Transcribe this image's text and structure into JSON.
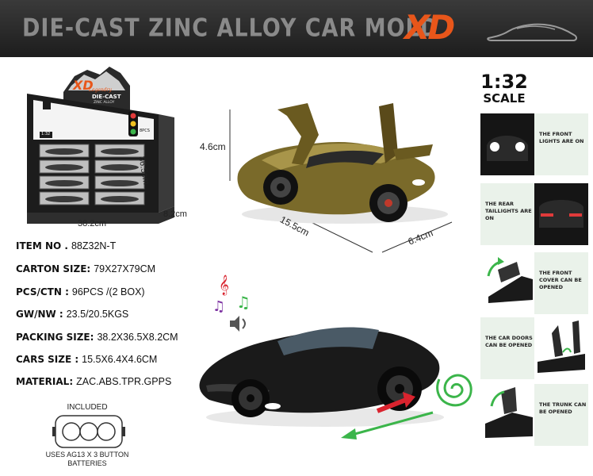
{
  "header": {
    "title": "DIE-CAST ZINC ALLOY CAR MOLD",
    "logo": "XD"
  },
  "scale": {
    "number": "1:32",
    "word": "SCALE"
  },
  "display_box": {
    "logo": "XD",
    "script_label": "Legendry",
    "brand_label": "DIE-CAST",
    "brand_sub": "ZINC ALLOY",
    "scale_tag": "1:32",
    "count_tag": "8PCS",
    "width_label": "38.2cm",
    "depth_label": "36.5cm",
    "height_label": "8.2cm"
  },
  "car_dimensions": {
    "height": "4.6cm",
    "length": "15.5cm",
    "width": "6.4cm"
  },
  "specs": [
    {
      "label": "ITEM NO .",
      "value": "88Z32N-T"
    },
    {
      "label": "CARTON SIZE:",
      "value": "79X27X79CM"
    },
    {
      "label": "PCS/CTN :",
      "value": "96PCS /(2 BOX)"
    },
    {
      "label": "GW/NW :",
      "value": "23.5/20.5KGS"
    },
    {
      "label": "PACKING SIZE:",
      "value": "38.2X36.5X8.2CM"
    },
    {
      "label": "CARS SIZE :",
      "value": "15.5X6.4X4.6CM"
    },
    {
      "label": "MATERIAL:",
      "value": "ZAC.ABS.TPR.GPPS"
    }
  ],
  "battery": {
    "top_label": "INCLUDED",
    "bottom_label_1": "USES AG13 X 3 BUTTON",
    "bottom_label_2": "BATTERIES"
  },
  "features": [
    {
      "caption": "THE FRONT LIGHTS ARE ON"
    },
    {
      "caption": "THE REAR TAILLIGHTS ARE ON"
    },
    {
      "caption": "THE FRONT COVER CAN BE OPENED"
    },
    {
      "caption": "THE CAR DOORS CAN BE OPENED"
    },
    {
      "caption": "THE TRUNK CAN BE OPENED"
    }
  ],
  "colors": {
    "banner": "#2a2a2a",
    "accent": "#e8561a",
    "gold_car": "#7a6a2a",
    "black_car": "#1a1a1a",
    "spiral": "#3bb54a",
    "arrow_red": "#d9232e",
    "arrow_green": "#3bb54a"
  }
}
